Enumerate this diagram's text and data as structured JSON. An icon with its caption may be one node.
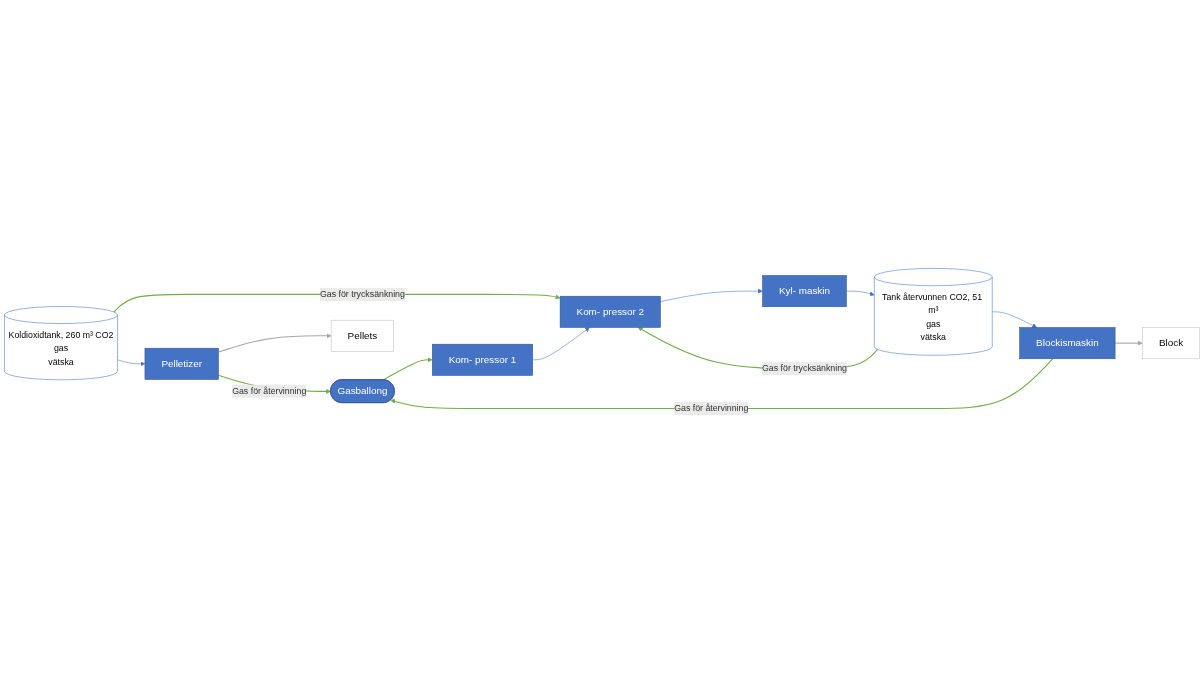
{
  "diagram": {
    "nodes": [
      {
        "text": [
          "Pelletizer"
        ]
      },
      {
        "text": [
          "Koldioxidtank, 260 m³ CO2",
          "gas",
          "vätska"
        ]
      },
      {
        "text": [
          "Gasballong"
        ]
      },
      {
        "text": [
          "Kom- pressor 1"
        ]
      },
      {
        "text": [
          "Kom- pressor 2"
        ]
      },
      {
        "text": [
          "Kyl- maskin"
        ]
      },
      {
        "text": [
          "Blockismaskin"
        ]
      },
      {
        "text": [
          "Tank återvunnen CO2, 51 m³",
          "gas",
          "vätska"
        ]
      },
      {
        "text": [
          "Pellets"
        ]
      },
      {
        "text": [
          "Block"
        ]
      }
    ],
    "edges": [
      {
        "from": 1,
        "to": 0,
        "arrow": "to"
      },
      {
        "from": 0,
        "to": 8,
        "arrow": "to",
        "color": "#a6a6a6"
      },
      {
        "from": 0,
        "to": 2,
        "arrow": "to",
        "label": "Gas för återvinning",
        "color": "#70ad47"
      },
      {
        "from": 1,
        "to": 4,
        "arrow": "to",
        "label": "Gas för trycksänkning",
        "color": "#70ad47"
      },
      {
        "from": 6,
        "to": 2,
        "arrow": "to",
        "label": "Gas för återvinning",
        "color": "#70ad47"
      },
      {
        "from": 2,
        "to": 3,
        "arrow": "to",
        "color": "#70ad47"
      },
      {
        "from": 3,
        "to": 4,
        "arrow": "to"
      },
      {
        "from": 4,
        "to": 5,
        "arrow": "to"
      },
      {
        "from": 7,
        "to": 6,
        "arrow": "to"
      },
      {
        "from": 6,
        "to": 9,
        "arrow": "to",
        "color": "#a6a6a6"
      },
      {
        "from": 7,
        "to": 4,
        "arrow": "to",
        "label": "Gas för trycksänkning",
        "color": "#70ad47"
      },
      {
        "from": 5,
        "to": 7,
        "arrow": "to"
      }
    ]
  }
}
